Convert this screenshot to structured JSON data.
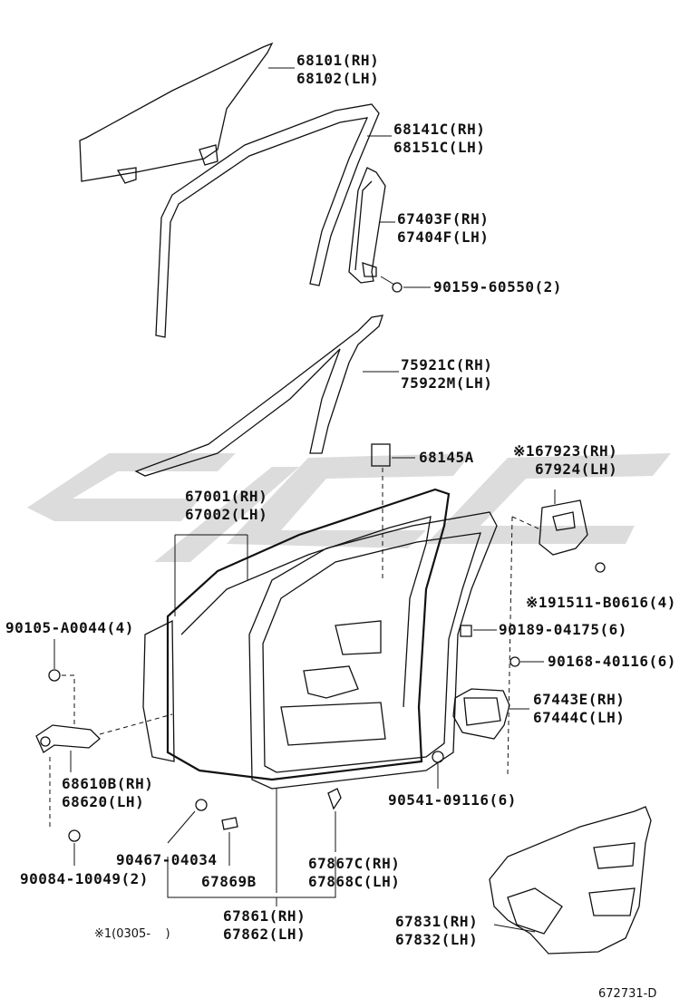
{
  "watermark": {
    "color": "#d9d9d9"
  },
  "footnote": "※1(0305-    )",
  "figure_id": "672731-D",
  "callouts": {
    "glass_rh": "68101(RH)",
    "glass_lh": "68102(LH)",
    "run_rh": "68141C(RH)",
    "run_lh": "68151C(LH)",
    "channel_rh": "67403F(RH)",
    "channel_lh": "67404F(LH)",
    "channel_bolt": "90159-60550(2)",
    "molding_rh": "75921C(RH)",
    "molding_lh": "75922M(LH)",
    "pad": "68145A",
    "bracket_rh": "※167923(RH)",
    "bracket_lh": "67924(LH)",
    "door_rh": "67001(RH)",
    "door_lh": "67002(LH)",
    "bolt_a": "90105-A0044(4)",
    "bolt_b": "※191511-B0616(4)",
    "clip_a": "90189-04175(6)",
    "screw_a": "90168-40116(6)",
    "hinge_cover_rh": "67443E(RH)",
    "hinge_cover_lh": "67444C(LH)",
    "check_rh": "68610B(RH)",
    "check_lh": "68620(LH)",
    "plug": "90541-09116(6)",
    "clip_b": "90467-04034",
    "clip_c": "67869B",
    "clip_d_rh": "67867C(RH)",
    "clip_d_lh": "67868C(LH)",
    "bolt_c": "90084-10049(2)",
    "weather_rh": "67861(RH)",
    "weather_lh": "67862(LH)",
    "cover_rh": "67831(RH)",
    "cover_lh": "67832(LH)"
  }
}
